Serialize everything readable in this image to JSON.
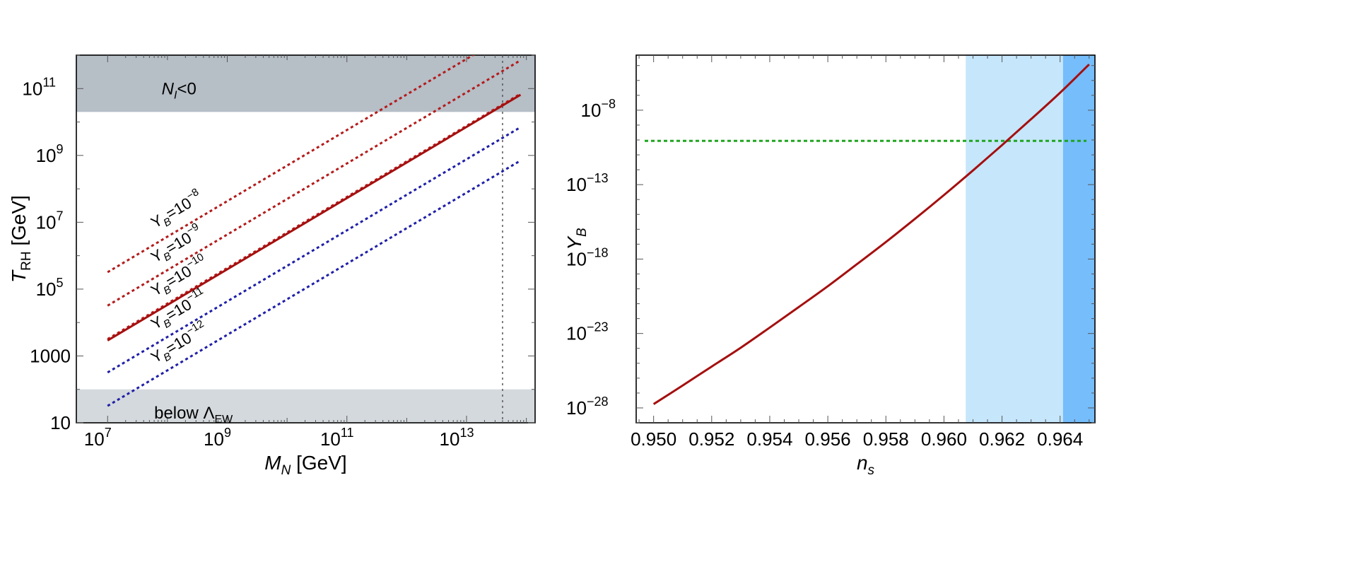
{
  "chart_data": [
    {
      "type": "line",
      "xlabel": {
        "main": "M",
        "sub": "N",
        "unit": " [GeV]"
      },
      "ylabel": {
        "main": "T",
        "sub": "RH",
        "unit": " [GeV]"
      },
      "x_log": true,
      "y_log": true,
      "xlim": [
        3000000.0,
        140000000000000.0
      ],
      "ylim": [
        10,
        1000000000000.0
      ],
      "x_ticks": [
        {
          "value": 10000000.0,
          "base": "10",
          "exp": "7"
        },
        {
          "value": 1000000000.0,
          "base": "10",
          "exp": "9"
        },
        {
          "value": 100000000000.0,
          "base": "10",
          "exp": "11"
        },
        {
          "value": 10000000000000.0,
          "base": "10",
          "exp": "13"
        }
      ],
      "y_ticks": [
        {
          "value": 10,
          "text": "10"
        },
        {
          "value": 1000,
          "text": "1000"
        },
        {
          "value": 100000.0,
          "base": "10",
          "exp": "5"
        },
        {
          "value": 10000000.0,
          "base": "10",
          "exp": "7"
        },
        {
          "value": 1000000000.0,
          "base": "10",
          "exp": "9"
        },
        {
          "value": 100000000000.0,
          "base": "10",
          "exp": "11"
        }
      ],
      "regions": [
        {
          "name": "upper",
          "label_main": "N",
          "label_sub": "I",
          "label_rest": "<0",
          "y_from": 20000000000.0,
          "y_to": 1000000000000.0,
          "label_x": 80000000.0,
          "label_y": 100000000000.0,
          "color": "#b6bec6"
        },
        {
          "name": "lower",
          "label_main": "below Λ",
          "label_sub": "EW",
          "label_rest": "",
          "y_from": 10,
          "y_to": 100,
          "label_x": 60000000.0,
          "label_y": 20,
          "color": "#d4d9dd"
        }
      ],
      "vline": {
        "x": 40000000000000.0,
        "color": "#555555"
      },
      "series": [
        {
          "label": {
            "base": "Y",
            "sub": "B",
            "text": "=10",
            "exp": "−8"
          },
          "color": "#b31b1b",
          "dash": true,
          "x": [
            10000000.0,
            80000000000000.0
          ],
          "y": [
            320000.0,
            7000000000000.0
          ],
          "label_x": 62000000.0,
          "label_y": 6500000.0
        },
        {
          "label": {
            "base": "Y",
            "sub": "B",
            "text": "=10",
            "exp": "−9"
          },
          "color": "#b31b1b",
          "dash": true,
          "x": [
            10000000.0,
            80000000000000.0
          ],
          "y": [
            32000.0,
            700000000000.0
          ],
          "label_x": 62000000.0,
          "label_y": 600000.0
        },
        {
          "label": {
            "base": "Y",
            "sub": "B",
            "text": "=10",
            "exp": "−10"
          },
          "color": "#b31b1b",
          "dash": true,
          "x": [
            10000000.0,
            80000000000000.0
          ],
          "y": [
            3200.0,
            70000000000.0
          ],
          "label_x": 62000000.0,
          "label_y": 60000.0
        },
        {
          "label": {
            "base": "Y",
            "sub": "B",
            "text": "=10",
            "exp": "−11"
          },
          "color": "#1f1fa8",
          "dash": true,
          "x": [
            10000000.0,
            80000000000000.0
          ],
          "y": [
            320.0,
            7000000000.0
          ],
          "label_x": 62000000.0,
          "label_y": 6000.0
        },
        {
          "label": {
            "base": "Y",
            "sub": "B",
            "text": "=10",
            "exp": "−12"
          },
          "color": "#1f1fa8",
          "dash": true,
          "x": [
            10000000.0,
            80000000000000.0
          ],
          "y": [
            32.0,
            700000000.0
          ],
          "label_x": 62000000.0,
          "label_y": 600.0
        },
        {
          "color": "#a50f0f",
          "dash": false,
          "x": [
            10000000.0,
            80000000000000.0
          ],
          "y": [
            2900.0,
            65000000000.0
          ]
        }
      ]
    },
    {
      "type": "line",
      "xlabel": {
        "main": "n",
        "sub": "s"
      },
      "ylabel": {
        "main": "Y",
        "sub": "B"
      },
      "x_log": false,
      "y_log": true,
      "xlim": [
        0.9494,
        0.9652
      ],
      "ylim": [
        1e-29,
        5e-05
      ],
      "x_ticks": [
        "0.950",
        "0.952",
        "0.954",
        "0.956",
        "0.958",
        "0.960",
        "0.962",
        "0.964"
      ],
      "y_ticks": [
        {
          "value": 1e-28,
          "base": "10",
          "exp": "−28"
        },
        {
          "value": 1e-23,
          "base": "10",
          "exp": "−23"
        },
        {
          "value": 1e-18,
          "base": "10",
          "exp": "−18"
        },
        {
          "value": 1e-13,
          "base": "10",
          "exp": "−13"
        },
        {
          "value": 1e-08,
          "base": "10",
          "exp": "−8"
        }
      ],
      "bands": [
        {
          "x_from": 0.96075,
          "x_to": 0.9641,
          "color": "#c6e6fb"
        },
        {
          "x_from": 0.9641,
          "x_to": 0.9652,
          "color": "#76bdfb"
        }
      ],
      "hline": {
        "y": 8.7e-11,
        "color": "#1fa51f"
      },
      "series": [
        {
          "color": "#a50f0f",
          "x": [
            0.95,
            0.951,
            0.952,
            0.953,
            0.954,
            0.955,
            0.956,
            0.957,
            0.958,
            0.959,
            0.96,
            0.961,
            0.962,
            0.963,
            0.964,
            0.965
          ],
          "y": [
            1.8e-28,
            3.2e-27,
            6e-26,
            1.1e-24,
            2.5e-23,
            6e-22,
            1.5e-20,
            4.5e-19,
            1.4e-17,
            5e-16,
            2e-14,
            9e-13,
            4.5e-11,
            2.5e-09,
            1.5e-07,
            1.2e-05
          ]
        }
      ]
    }
  ]
}
